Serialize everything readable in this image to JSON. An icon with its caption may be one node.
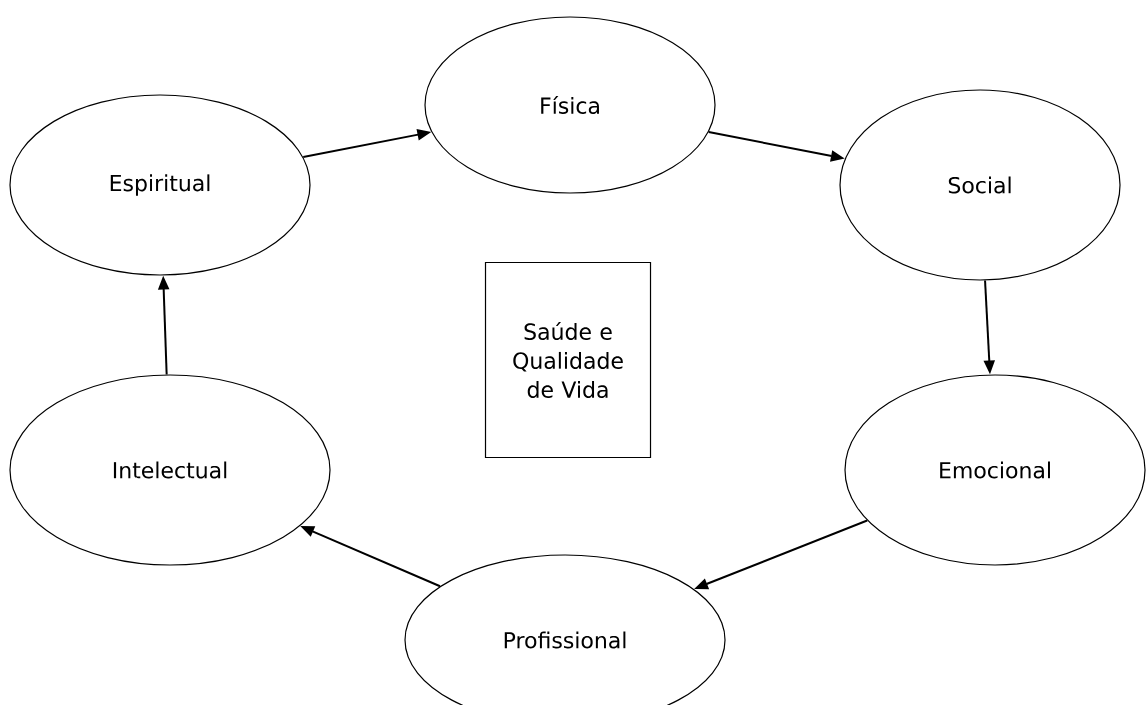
{
  "diagram": {
    "nodes": [
      {
        "text": [
          "Física"
        ]
      },
      {
        "text": [
          "Social"
        ]
      },
      {
        "text": [
          "Emocional"
        ]
      },
      {
        "text": [
          "Profissional"
        ]
      },
      {
        "text": [
          "Intelectual"
        ]
      },
      {
        "text": [
          "Espiritual"
        ]
      },
      {
        "text": [
          "Saúde e Qualidade de Vida"
        ]
      }
    ],
    "edges": [
      {
        "from": 5,
        "to": 0,
        "arrow": "to"
      },
      {
        "from": 0,
        "to": 1,
        "arrow": "to"
      },
      {
        "from": 1,
        "to": 2,
        "arrow": "to"
      },
      {
        "from": 2,
        "to": 3,
        "arrow": "to"
      },
      {
        "from": 3,
        "to": 4,
        "arrow": "to"
      },
      {
        "from": 4,
        "to": 5,
        "arrow": "to"
      }
    ]
  }
}
